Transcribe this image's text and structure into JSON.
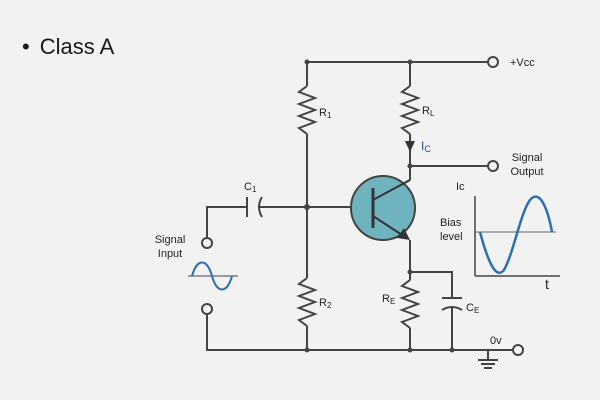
{
  "slide": {
    "bullet_symbol": "•",
    "title": "Class A"
  },
  "circuit": {
    "supply_label": "+Vcc",
    "ground_label": "0v",
    "r1": {
      "letter": "R",
      "sub": "1"
    },
    "rl": {
      "letter": "R",
      "sub": "L"
    },
    "r2": {
      "letter": "R",
      "sub": "2"
    },
    "re": {
      "letter": "R",
      "sub": "E"
    },
    "c1": {
      "letter": "C",
      "sub": "1"
    },
    "ce": {
      "letter": "C",
      "sub": "E"
    },
    "current": {
      "letter": "I",
      "sub": "C"
    },
    "signal_input_line1": "Signal",
    "signal_input_line2": "Input",
    "signal_output_line1": "Signal",
    "signal_output_line2": "Output",
    "graph": {
      "y_label": "Ic",
      "x_label": "t",
      "bias_line1": "Bias",
      "bias_line2": "level"
    }
  },
  "colors": {
    "wire": "#444444",
    "transistor_fill": "#6fb3bf",
    "current_label": "#1f4e8c",
    "wave": "#2c6fb0"
  }
}
